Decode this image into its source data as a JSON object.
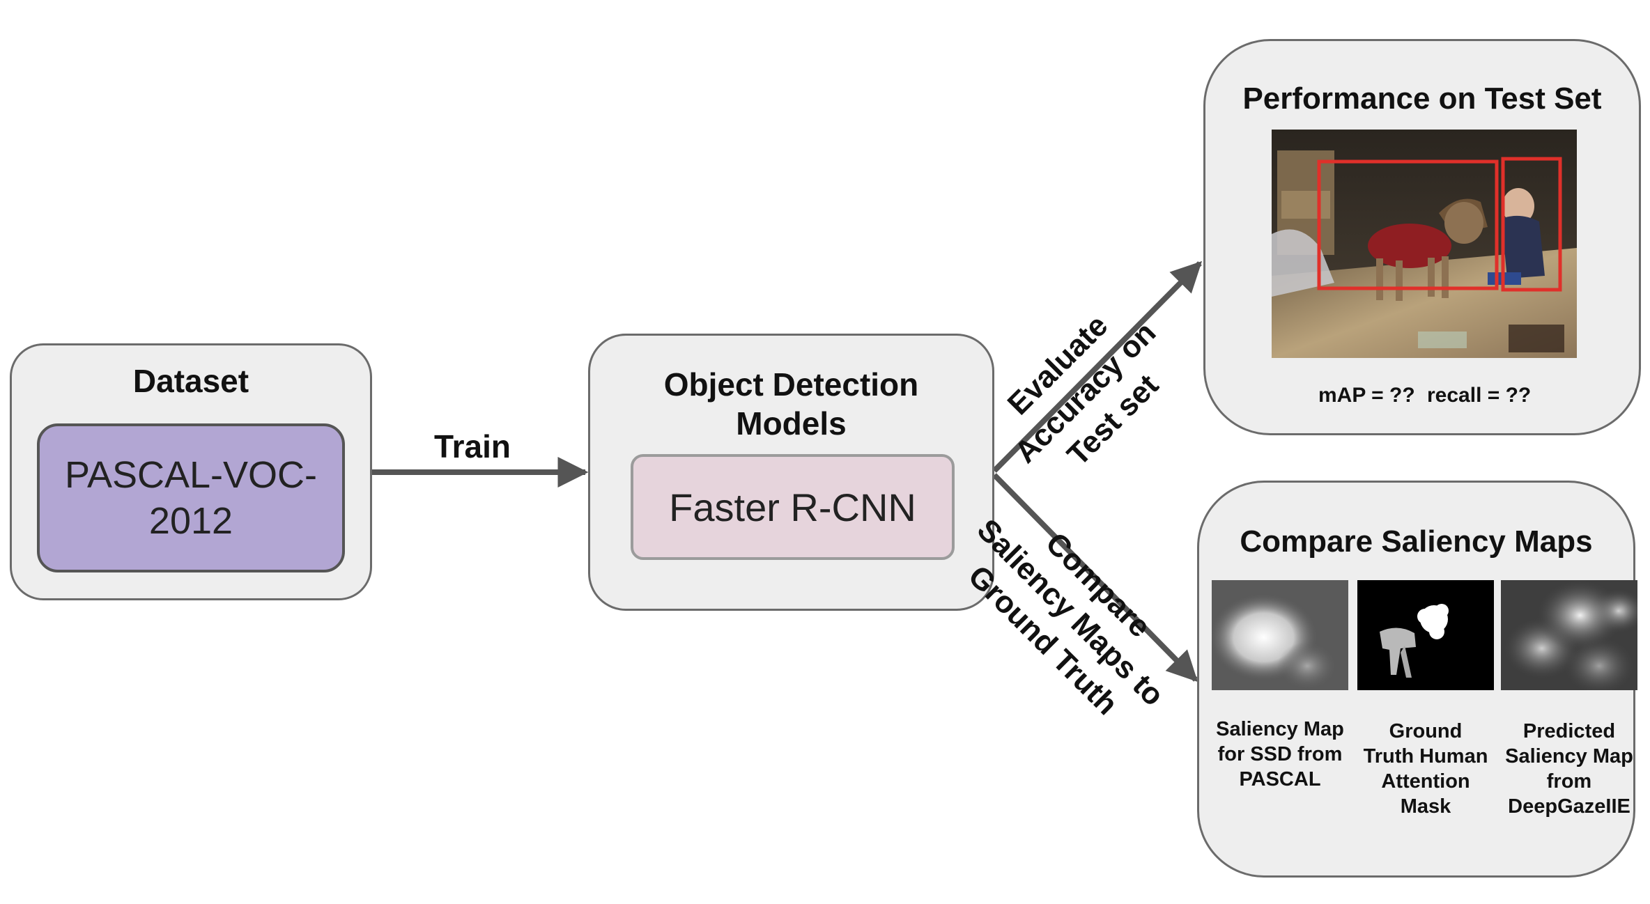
{
  "dataset_panel": {
    "title": "Dataset",
    "item_lines": [
      "PASCAL-VOC-",
      "2012"
    ]
  },
  "models_panel": {
    "title_lines": [
      "Object Detection",
      "Models"
    ],
    "item": "Faster R-CNN"
  },
  "performance_panel": {
    "title": "Performance on Test Set",
    "metric_map": "mAP = ??",
    "metric_recall": "recall = ??"
  },
  "saliency_panel": {
    "title": "Compare Saliency Maps",
    "maps": [
      {
        "caption_lines": [
          "Saliency Map",
          "for SSD from",
          "PASCAL"
        ]
      },
      {
        "caption_lines": [
          "Ground",
          "Truth Human",
          "Attention",
          "Mask"
        ]
      },
      {
        "caption_lines": [
          "Predicted",
          "Saliency Map",
          "from",
          "DeepGazeIIE"
        ]
      }
    ]
  },
  "edges": {
    "train": "Train",
    "evaluate_lines": [
      "Evaluate",
      "Accuracy on",
      "Test set"
    ],
    "compare_lines": [
      "Compare",
      "Saliency Maps to",
      "Ground Truth"
    ]
  },
  "colors": {
    "panel_fill": "#eeeeee",
    "panel_border": "#6b6b6b",
    "dataset_box": "#b2a6d3",
    "model_box": "#e6d4dc",
    "detection_box": "#e0302a",
    "arrow": "#555555"
  }
}
